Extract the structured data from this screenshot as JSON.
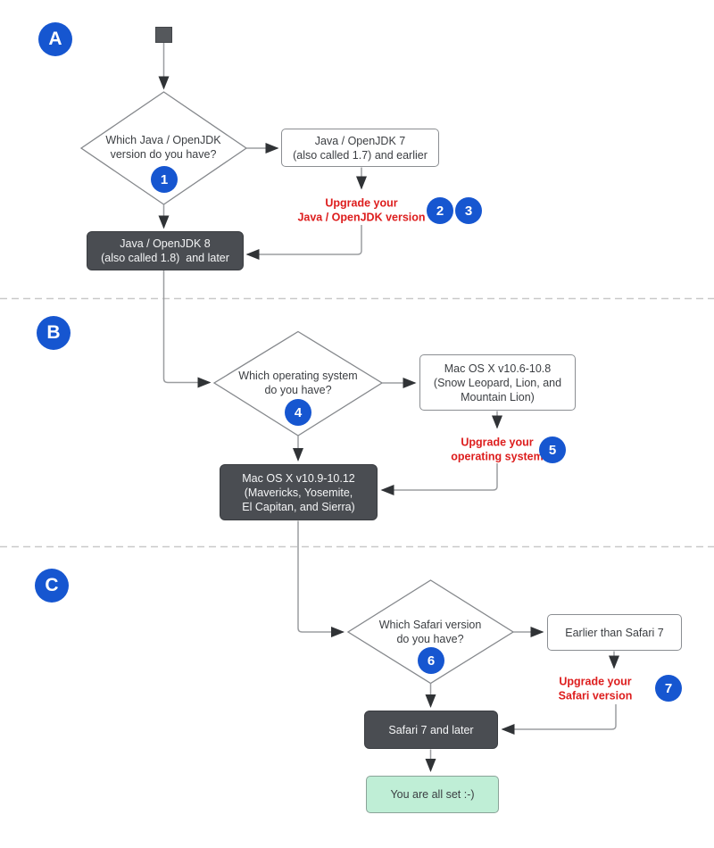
{
  "palette": {
    "accent_blue": "#1656d0",
    "warning_red": "#dd1d1d",
    "dark_node_fill": "#4a4d52",
    "dark_node_text": "#f4f5f6",
    "light_node_border": "#8b8e92",
    "green_fill": "#bfeed6",
    "green_border": "#8aa398",
    "connector_gray": "#9b9da0",
    "arrowhead_dark": "#303336",
    "divider_gray": "#c9c9c9",
    "text_dark": "#3b3e42"
  },
  "sections": {
    "a": {
      "label": "A",
      "question": "Which Java / OpenJDK\nversion do you have?",
      "question_badge": "1",
      "old_version": "Java / OpenJDK 7\n(also called 1.7) and earlier",
      "upgrade": "Upgrade your\nJava / OpenJDK version",
      "upgrade_badge_1": "2",
      "upgrade_badge_2": "3",
      "good_version": "Java / OpenJDK 8\n(also called 1.8)  and later"
    },
    "b": {
      "label": "B",
      "question": "Which operating system\ndo you have?",
      "question_badge": "4",
      "old_version": "Mac OS X v10.6-10.8\n(Snow Leopard, Lion, and\nMountain Lion)",
      "upgrade": "Upgrade your\noperating system",
      "upgrade_badge": "5",
      "good_version": "Mac OS X v10.9-10.12\n(Mavericks, Yosemite,\nEl Capitan, and Sierra)"
    },
    "c": {
      "label": "C",
      "question": "Which Safari version\ndo you have?",
      "question_badge": "6",
      "old_version": "Earlier than Safari 7",
      "upgrade": "Upgrade your\nSafari version",
      "upgrade_badge": "7",
      "good_version": "Safari 7 and later",
      "done": "You are all set :-)"
    }
  }
}
